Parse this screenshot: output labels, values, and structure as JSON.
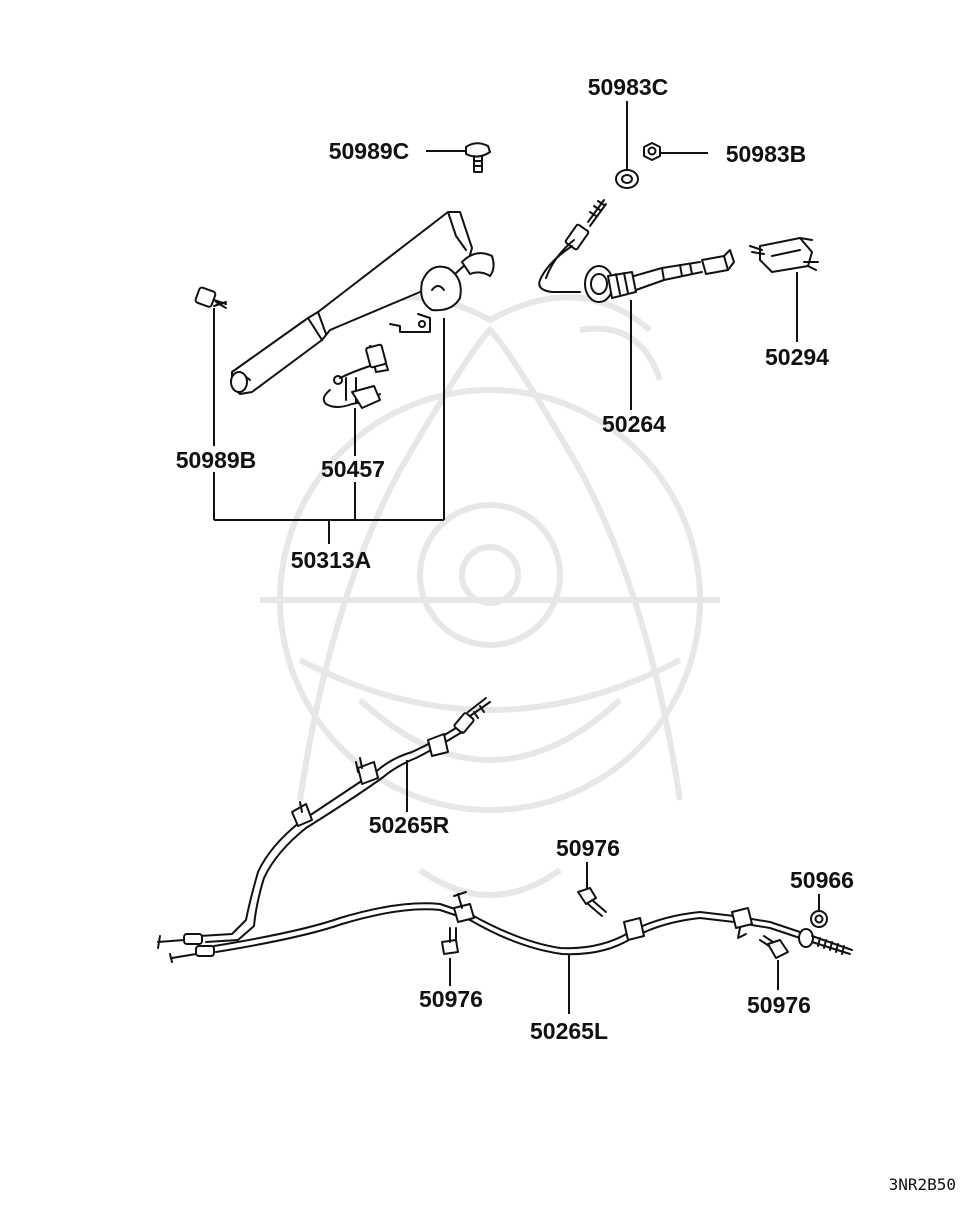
{
  "diagram_code": "3NR2B50",
  "labels": {
    "p50983C": "50983C",
    "p50989C": "50989C",
    "p50983B": "50983B",
    "p50294": "50294",
    "p50264": "50264",
    "p50989B": "50989B",
    "p50457": "50457",
    "p50313A": "50313A",
    "p50265R": "50265R",
    "p50976_top": "50976",
    "p50966": "50966",
    "p50976_left": "50976",
    "p50265L": "50265L",
    "p50976_right": "50976"
  },
  "watermark": "samurai-helmet-logo"
}
